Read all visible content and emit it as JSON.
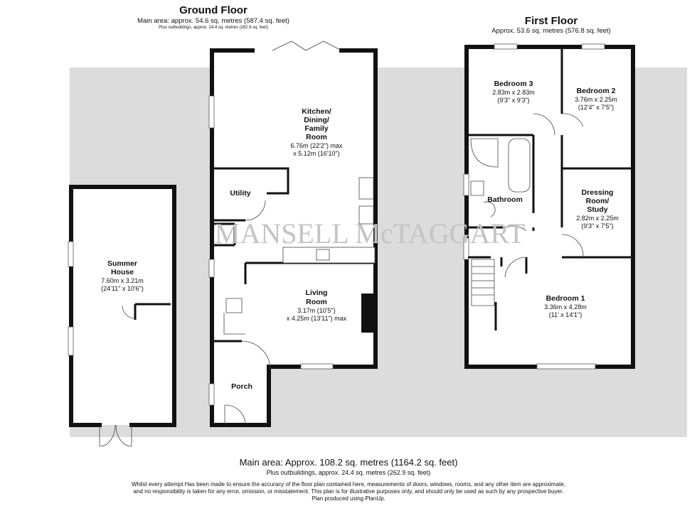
{
  "ground_floor": {
    "title": "Ground Floor",
    "main_area": "Main area: approx. 54.6 sq. metres (587.4 sq. feet)",
    "outbuildings": "Plus outbuildings, approx. 24.4 sq. metres (262.9 sq. feet)",
    "rooms": [
      {
        "name_lines": [
          "Kitchen/",
          "Dining/",
          "Family",
          "Room"
        ],
        "dims": [
          "6.76m (22'2\") max",
          "x 5.12m (16'10\")"
        ]
      },
      {
        "name_lines": [
          "Utility"
        ],
        "dims": []
      },
      {
        "name_lines": [
          "Living",
          "Room"
        ],
        "dims": [
          "3.17m (10'5\")",
          "x 4.25m (13'11\") max"
        ]
      },
      {
        "name_lines": [
          "Porch"
        ],
        "dims": []
      },
      {
        "name_lines": [
          "Summer",
          "House"
        ],
        "dims": [
          "7.60m x 3.21m",
          "(24'11\" x 10'6\")"
        ]
      }
    ]
  },
  "first_floor": {
    "title": "First Floor",
    "area": "Approx. 53.6 sq. metres (576.8 sq. feet)",
    "rooms": [
      {
        "name_lines": [
          "Bedroom 3"
        ],
        "dims": [
          "2.83m x 2.83m",
          "(9'3\" x 9'3\")"
        ]
      },
      {
        "name_lines": [
          "Bedroom 2"
        ],
        "dims": [
          "3.76m x 2.25m",
          "(12'4\" x 7'5\")"
        ]
      },
      {
        "name_lines": [
          "Bathroom"
        ],
        "dims": []
      },
      {
        "name_lines": [
          "Dressing",
          "Room/",
          "Study"
        ],
        "dims": [
          "2.82m x 2.25m",
          "(9'3\" x 7'5\")"
        ]
      },
      {
        "name_lines": [
          "Bedroom 1"
        ],
        "dims": [
          "3.36m x 4.28m",
          "(11' x 14'1\")"
        ]
      }
    ]
  },
  "watermark": "MANSELL McTAGGART",
  "footer": {
    "main_area": "Main area: Approx. 108.2 sq. metres (1164.2 sq. feet)",
    "outbuildings": "Plus outbuildings, approx. 24.4 sq. metres (262.9 sq. feet)",
    "disclaimer_1": "Whilst every attempt Has been made to ensure the accuracy of the floor plan contained here, measurements of doors, windows, rooms, and any other item are approximate,",
    "disclaimer_2": "and no responsibility is taken for any error, omission, or misstatement. This plan is for illustrative purposes only, and should only be used as such by any prospective buyer.",
    "disclaimer_3": "Plan produced using PlanUp."
  },
  "colors": {
    "background_band": "#dcdcdc",
    "walls": "#111111"
  }
}
